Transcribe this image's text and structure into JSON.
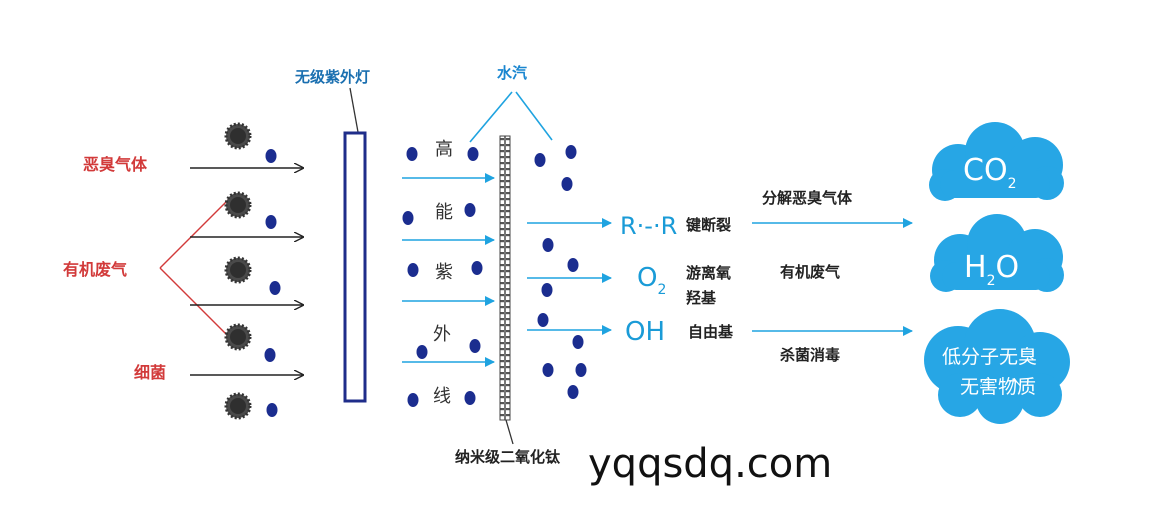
{
  "labels": {
    "uv_lamp": "无级紫外灯",
    "water_vapor": "水汽",
    "nano_tio2": "纳米级二氧化钛",
    "odor_gas": "恶臭气体",
    "organic_waste_gas": "有机废气",
    "bacteria": "细菌",
    "high_energy_uv": [
      "高",
      "能",
      "紫",
      "外",
      "线"
    ]
  },
  "reactions": {
    "rr": "R·-·R",
    "rr_desc": "键断裂",
    "o2": "O",
    "o2_sub": "2",
    "o2_desc_line1": "游离氧",
    "o2_desc_line2": "羟基",
    "oh": "OH",
    "oh_desc": "自由基"
  },
  "effects": {
    "decompose": "分解恶臭气体",
    "organic": "有机废气",
    "sterilize": "杀菌消毒"
  },
  "outputs": {
    "co2_main": "CO",
    "co2_sub": "2",
    "h2o_h": "H",
    "h2o_sub": "2",
    "h2o_o": "O",
    "low_line1": "低分子无臭",
    "low_line2": "无害物质"
  },
  "watermark": "yqqsdq.com",
  "colors": {
    "red": "#d23a3a",
    "blue_arrow": "#1fa3e0",
    "cloud": "#27a6e5",
    "dot": "#1b2d8f",
    "lamp_border": "#1f2d8a"
  }
}
